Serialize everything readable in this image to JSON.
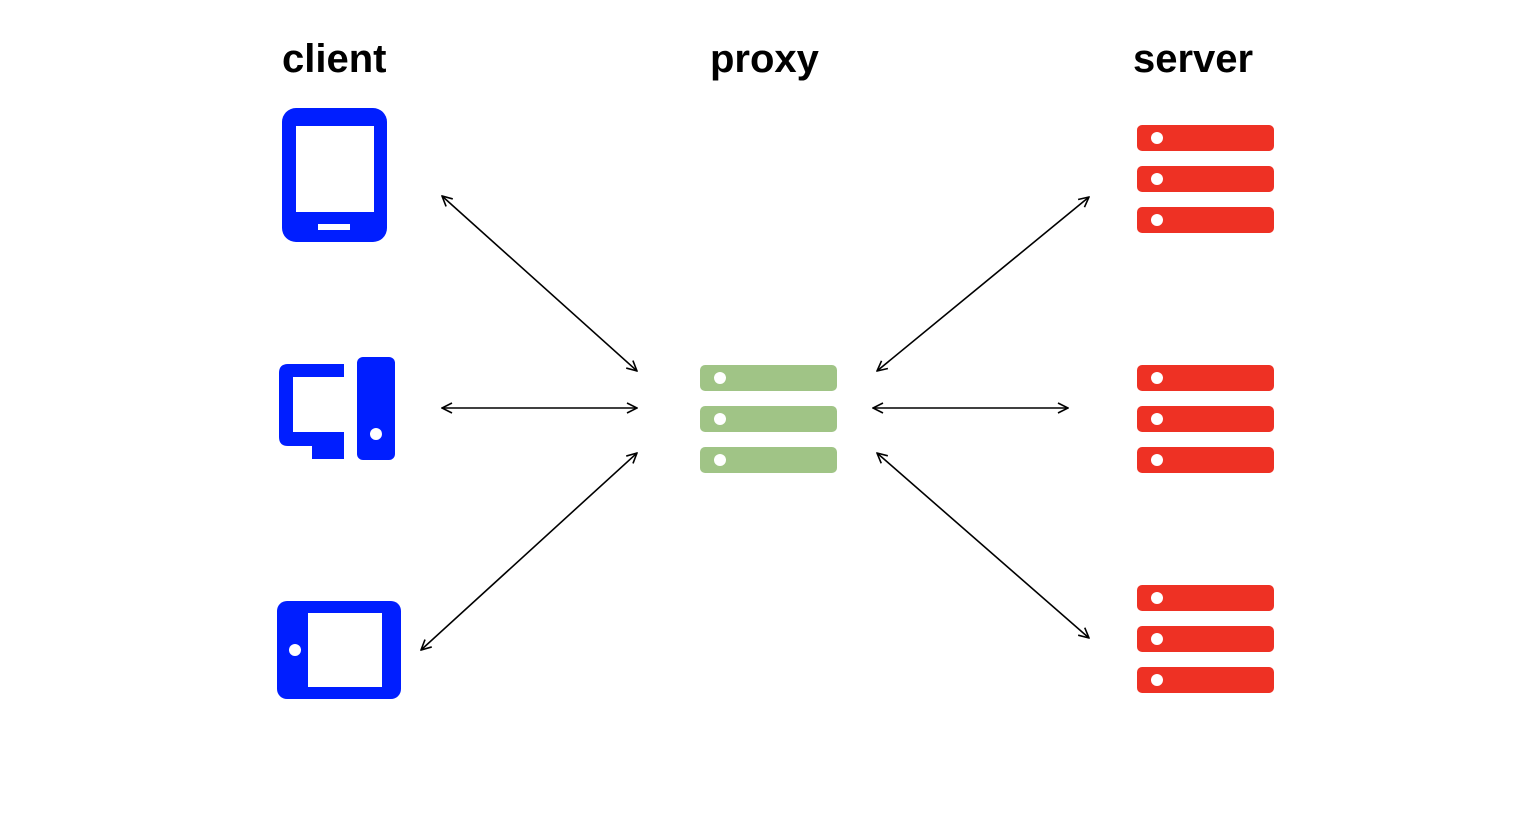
{
  "labels": {
    "client": "client",
    "proxy": "proxy",
    "server": "server"
  },
  "clients": [
    {
      "icon": "tablet-icon"
    },
    {
      "icon": "desktop-computer-icon"
    },
    {
      "icon": "tablet-landscape-icon"
    }
  ],
  "proxy": {
    "icon": "server-stack-icon"
  },
  "servers": [
    {
      "icon": "server-stack-icon"
    },
    {
      "icon": "server-stack-icon"
    },
    {
      "icon": "server-stack-icon"
    }
  ],
  "colors": {
    "client": "#001EFF",
    "proxy": "#A0C486",
    "server": "#EE3124",
    "arrow": "#000000",
    "background": "#FFFFFF"
  }
}
